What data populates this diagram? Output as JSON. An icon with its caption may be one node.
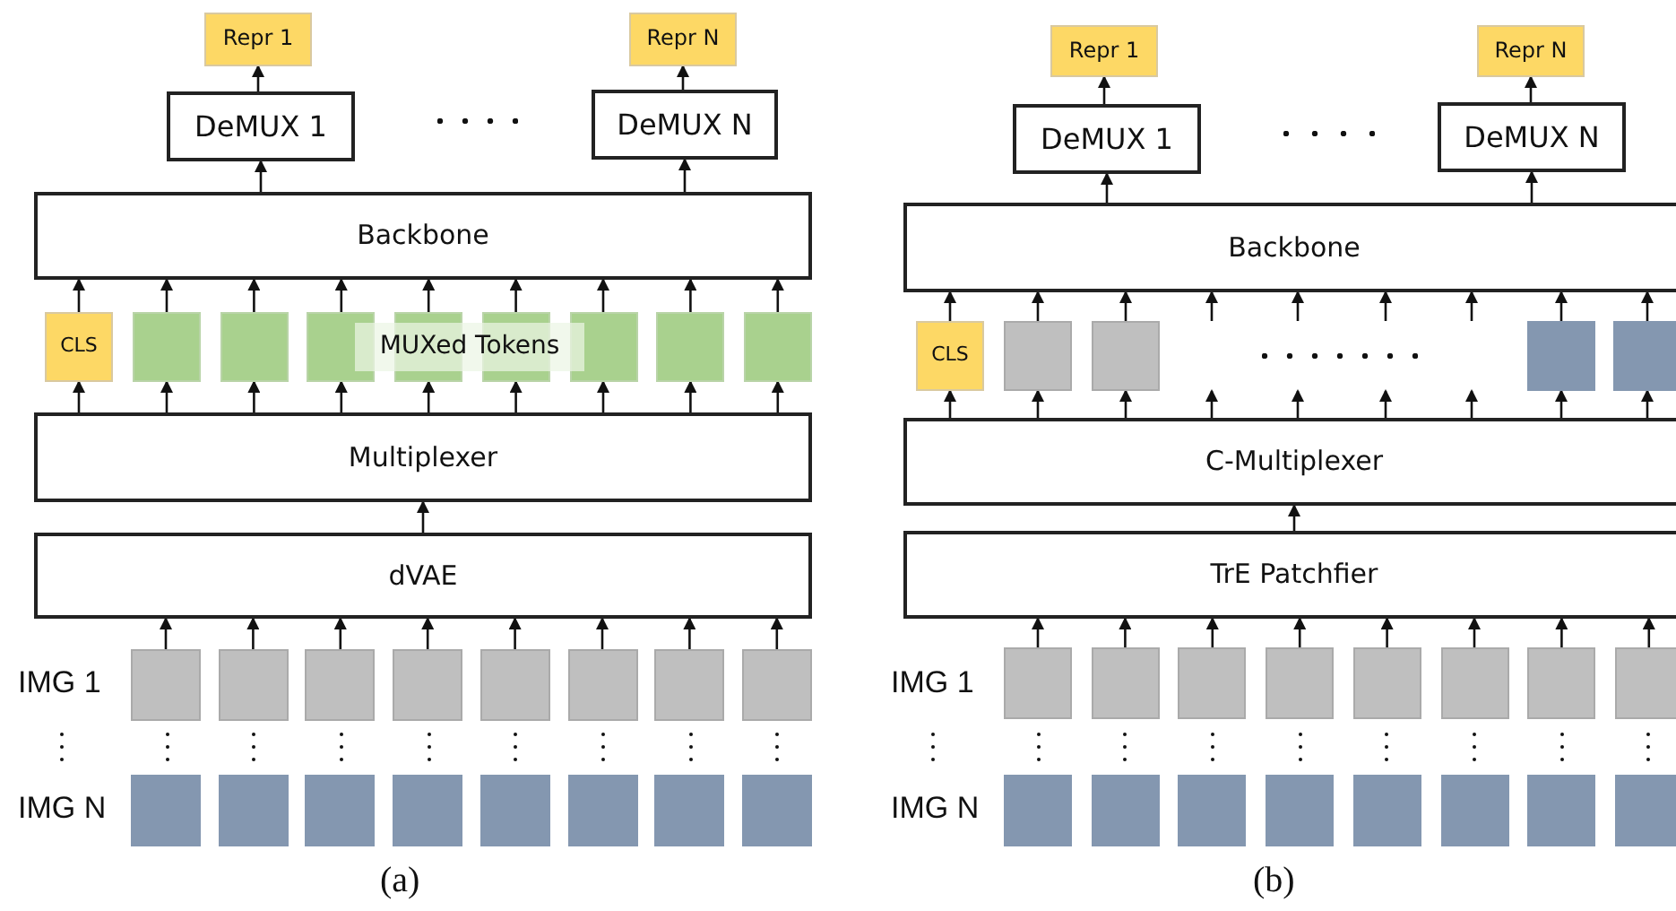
{
  "diagram": {
    "nodes": [
      {
        "text": [
          "Repr 1"
        ]
      },
      {
        "text": [
          "Repr N"
        ]
      },
      {
        "text": [
          "DeMUX 1"
        ]
      },
      {
        "text": [
          "DeMUX N"
        ]
      },
      {
        "text": [
          "Backbone"
        ]
      },
      {
        "text": [
          "CLS"
        ]
      },
      {
        "text": [],
        "shape": "box"
      },
      {
        "text": [],
        "shape": "box"
      },
      {
        "text": [],
        "shape": "box"
      },
      {
        "text": [],
        "shape": "box"
      },
      {
        "text": [],
        "shape": "box"
      },
      {
        "text": [],
        "shape": "box"
      },
      {
        "text": [],
        "shape": "box"
      },
      {
        "text": [],
        "shape": "box"
      },
      {
        "text": [
          "MUXed Tokens"
        ]
      },
      {
        "text": [
          "Multiplexer"
        ]
      },
      {
        "text": [
          "dVAE"
        ]
      },
      {
        "text": [],
        "shape": "box"
      },
      {
        "text": [],
        "shape": "box"
      },
      {
        "text": [],
        "shape": "box"
      },
      {
        "text": [],
        "shape": "box"
      },
      {
        "text": [],
        "shape": "box"
      },
      {
        "text": [],
        "shape": "box"
      },
      {
        "text": [],
        "shape": "box"
      },
      {
        "text": [],
        "shape": "box"
      },
      {
        "text": [],
        "shape": "box"
      },
      {
        "text": [],
        "shape": "box"
      },
      {
        "text": [],
        "shape": "box"
      },
      {
        "text": [],
        "shape": "box"
      },
      {
        "text": [],
        "shape": "box"
      },
      {
        "text": [],
        "shape": "box"
      },
      {
        "text": [],
        "shape": "box"
      },
      {
        "text": [],
        "shape": "box"
      },
      {
        "text": [
          "Repr 1"
        ]
      },
      {
        "text": [
          "Repr N"
        ]
      },
      {
        "text": [
          "DeMUX 1"
        ]
      },
      {
        "text": [
          "DeMUX N"
        ]
      },
      {
        "text": [
          "Backbone"
        ]
      },
      {
        "text": [
          "CLS"
        ]
      },
      {
        "text": [],
        "shape": "box"
      },
      {
        "text": [],
        "shape": "box"
      },
      {
        "text": [],
        "shape": "box"
      },
      {
        "text": [],
        "shape": "box"
      },
      {
        "text": [
          "C-Multiplexer"
        ]
      },
      {
        "text": [
          "TrE Patchfier"
        ]
      },
      {
        "text": [],
        "shape": "box"
      },
      {
        "text": [],
        "shape": "box"
      },
      {
        "text": [],
        "shape": "box"
      },
      {
        "text": [],
        "shape": "box"
      },
      {
        "text": [],
        "shape": "box"
      },
      {
        "text": [],
        "shape": "box"
      },
      {
        "text": [],
        "shape": "box"
      },
      {
        "text": [],
        "shape": "box"
      },
      {
        "text": [],
        "shape": "box"
      },
      {
        "text": [],
        "shape": "box"
      },
      {
        "text": [],
        "shape": "box"
      },
      {
        "text": [],
        "shape": "box"
      },
      {
        "text": [],
        "shape": "box"
      },
      {
        "text": [],
        "shape": "box"
      },
      {
        "text": [],
        "shape": "box"
      },
      {
        "text": [],
        "shape": "box"
      }
    ],
    "edges": [
      {
        "from": 2,
        "to": 0,
        "arrow": "to"
      },
      {
        "from": 3,
        "to": 1,
        "arrow": "to"
      },
      {
        "from": 4,
        "to": 2,
        "arrow": "to"
      },
      {
        "from": 4,
        "to": 3,
        "arrow": "to"
      },
      {
        "from": 5,
        "to": 4,
        "arrow": "to"
      },
      {
        "from": 6,
        "to": 4,
        "arrow": "to"
      },
      {
        "from": 7,
        "to": 4,
        "arrow": "to"
      },
      {
        "from": 8,
        "to": 4,
        "arrow": "to"
      },
      {
        "from": 9,
        "to": 4,
        "arrow": "to"
      },
      {
        "from": 10,
        "to": 4,
        "arrow": "to"
      },
      {
        "from": 11,
        "to": 4,
        "arrow": "to"
      },
      {
        "from": 12,
        "to": 4,
        "arrow": "to"
      },
      {
        "from": 13,
        "to": 4,
        "arrow": "to"
      },
      {
        "from": 15,
        "to": 5,
        "arrow": "to"
      },
      {
        "from": 15,
        "to": 6,
        "arrow": "to"
      },
      {
        "from": 15,
        "to": 7,
        "arrow": "to"
      },
      {
        "from": 15,
        "to": 8,
        "arrow": "to"
      },
      {
        "from": 15,
        "to": 9,
        "arrow": "to"
      },
      {
        "from": 15,
        "to": 10,
        "arrow": "to"
      },
      {
        "from": 15,
        "to": 11,
        "arrow": "to"
      },
      {
        "from": 15,
        "to": 12,
        "arrow": "to"
      },
      {
        "from": 15,
        "to": 13,
        "arrow": "to"
      },
      {
        "from": 16,
        "to": 15,
        "arrow": "to"
      },
      {
        "from": 17,
        "to": 16,
        "arrow": "to"
      },
      {
        "from": 18,
        "to": 16,
        "arrow": "to"
      },
      {
        "from": 19,
        "to": 16,
        "arrow": "to"
      },
      {
        "from": 20,
        "to": 16,
        "arrow": "to"
      },
      {
        "from": 21,
        "to": 16,
        "arrow": "to"
      },
      {
        "from": 22,
        "to": 16,
        "arrow": "to"
      },
      {
        "from": 23,
        "to": 16,
        "arrow": "to"
      },
      {
        "from": 24,
        "to": 16,
        "arrow": "to"
      },
      {
        "from": 35,
        "to": 33,
        "arrow": "to"
      },
      {
        "from": 36,
        "to": 34,
        "arrow": "to"
      },
      {
        "from": 37,
        "to": 35,
        "arrow": "to"
      },
      {
        "from": 37,
        "to": 36,
        "arrow": "to"
      },
      {
        "from": 38,
        "to": 37,
        "arrow": "to"
      },
      {
        "from": 39,
        "to": 37,
        "arrow": "to"
      },
      {
        "from": 40,
        "to": 37,
        "arrow": "to"
      },
      {
        "from": null,
        "to": 37,
        "arrow": "to"
      },
      {
        "from": null,
        "to": 37,
        "arrow": "to"
      },
      {
        "from": null,
        "to": 37,
        "arrow": "to"
      },
      {
        "from": null,
        "to": 37,
        "arrow": "to"
      },
      {
        "from": 41,
        "to": 37,
        "arrow": "to"
      },
      {
        "from": 42,
        "to": 37,
        "arrow": "to"
      },
      {
        "from": 43,
        "to": 38,
        "arrow": "to"
      },
      {
        "from": 43,
        "to": 39,
        "arrow": "to"
      },
      {
        "from": 43,
        "to": 40,
        "arrow": "to"
      },
      {
        "from": 43,
        "to": null,
        "arrow": "to"
      },
      {
        "from": 43,
        "to": null,
        "arrow": "to"
      },
      {
        "from": 43,
        "to": null,
        "arrow": "to"
      },
      {
        "from": 43,
        "to": null,
        "arrow": "to"
      },
      {
        "from": 43,
        "to": 41,
        "arrow": "to"
      },
      {
        "from": 43,
        "to": 42,
        "arrow": "to"
      },
      {
        "from": 44,
        "to": 43,
        "arrow": "to"
      },
      {
        "from": 45,
        "to": 44,
        "arrow": "to"
      },
      {
        "from": 46,
        "to": 44,
        "arrow": "to"
      },
      {
        "from": 47,
        "to": 44,
        "arrow": "to"
      },
      {
        "from": 48,
        "to": 44,
        "arrow": "to"
      },
      {
        "from": 49,
        "to": 44,
        "arrow": "to"
      },
      {
        "from": 50,
        "to": 44,
        "arrow": "to"
      },
      {
        "from": 51,
        "to": 44,
        "arrow": "to"
      },
      {
        "from": 52,
        "to": 44,
        "arrow": "to"
      }
    ],
    "labels": [
      "IMG 1",
      "IMG 1",
      "IMG N",
      "IMG N",
      "(a)",
      "(b)"
    ]
  }
}
